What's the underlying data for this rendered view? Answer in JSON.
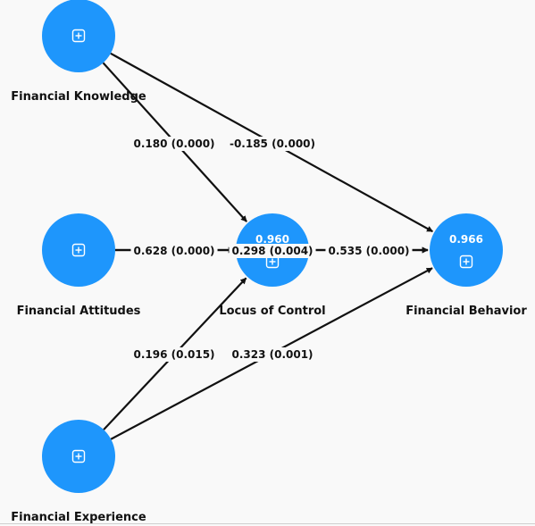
{
  "colors": {
    "node_fill": "#1e96fc",
    "edge": "#111111",
    "background": "#f9f9f9"
  },
  "nodes": [
    {
      "id": "fk",
      "label": "Financial Knowledge",
      "r2": "",
      "icon": "plus-square-icon"
    },
    {
      "id": "fa",
      "label": "Financial Attitudes",
      "r2": "",
      "icon": "plus-square-icon"
    },
    {
      "id": "fe",
      "label": "Financial Experience",
      "r2": "",
      "icon": "plus-square-icon"
    },
    {
      "id": "loc",
      "label": "Locus of Control",
      "r2": "0.960",
      "icon": "plus-square-icon"
    },
    {
      "id": "fb",
      "label": "Financial Behavior",
      "r2": "0.966",
      "icon": "plus-square-icon"
    }
  ],
  "paths": [
    {
      "from": "fk",
      "to": "loc",
      "label": "0.180 (0.000)"
    },
    {
      "from": "fk",
      "to": "fb",
      "label": "-0.185 (0.000)"
    },
    {
      "from": "fa",
      "to": "loc",
      "label": "0.628 (0.000)"
    },
    {
      "from": "fa",
      "to": "fb",
      "label": "0.298 (0.004)"
    },
    {
      "from": "loc",
      "to": "fb",
      "label": "0.535 (0.000)"
    },
    {
      "from": "fe",
      "to": "loc",
      "label": "0.196 (0.015)"
    },
    {
      "from": "fe",
      "to": "fb",
      "label": "0.323 (0.001)"
    }
  ]
}
